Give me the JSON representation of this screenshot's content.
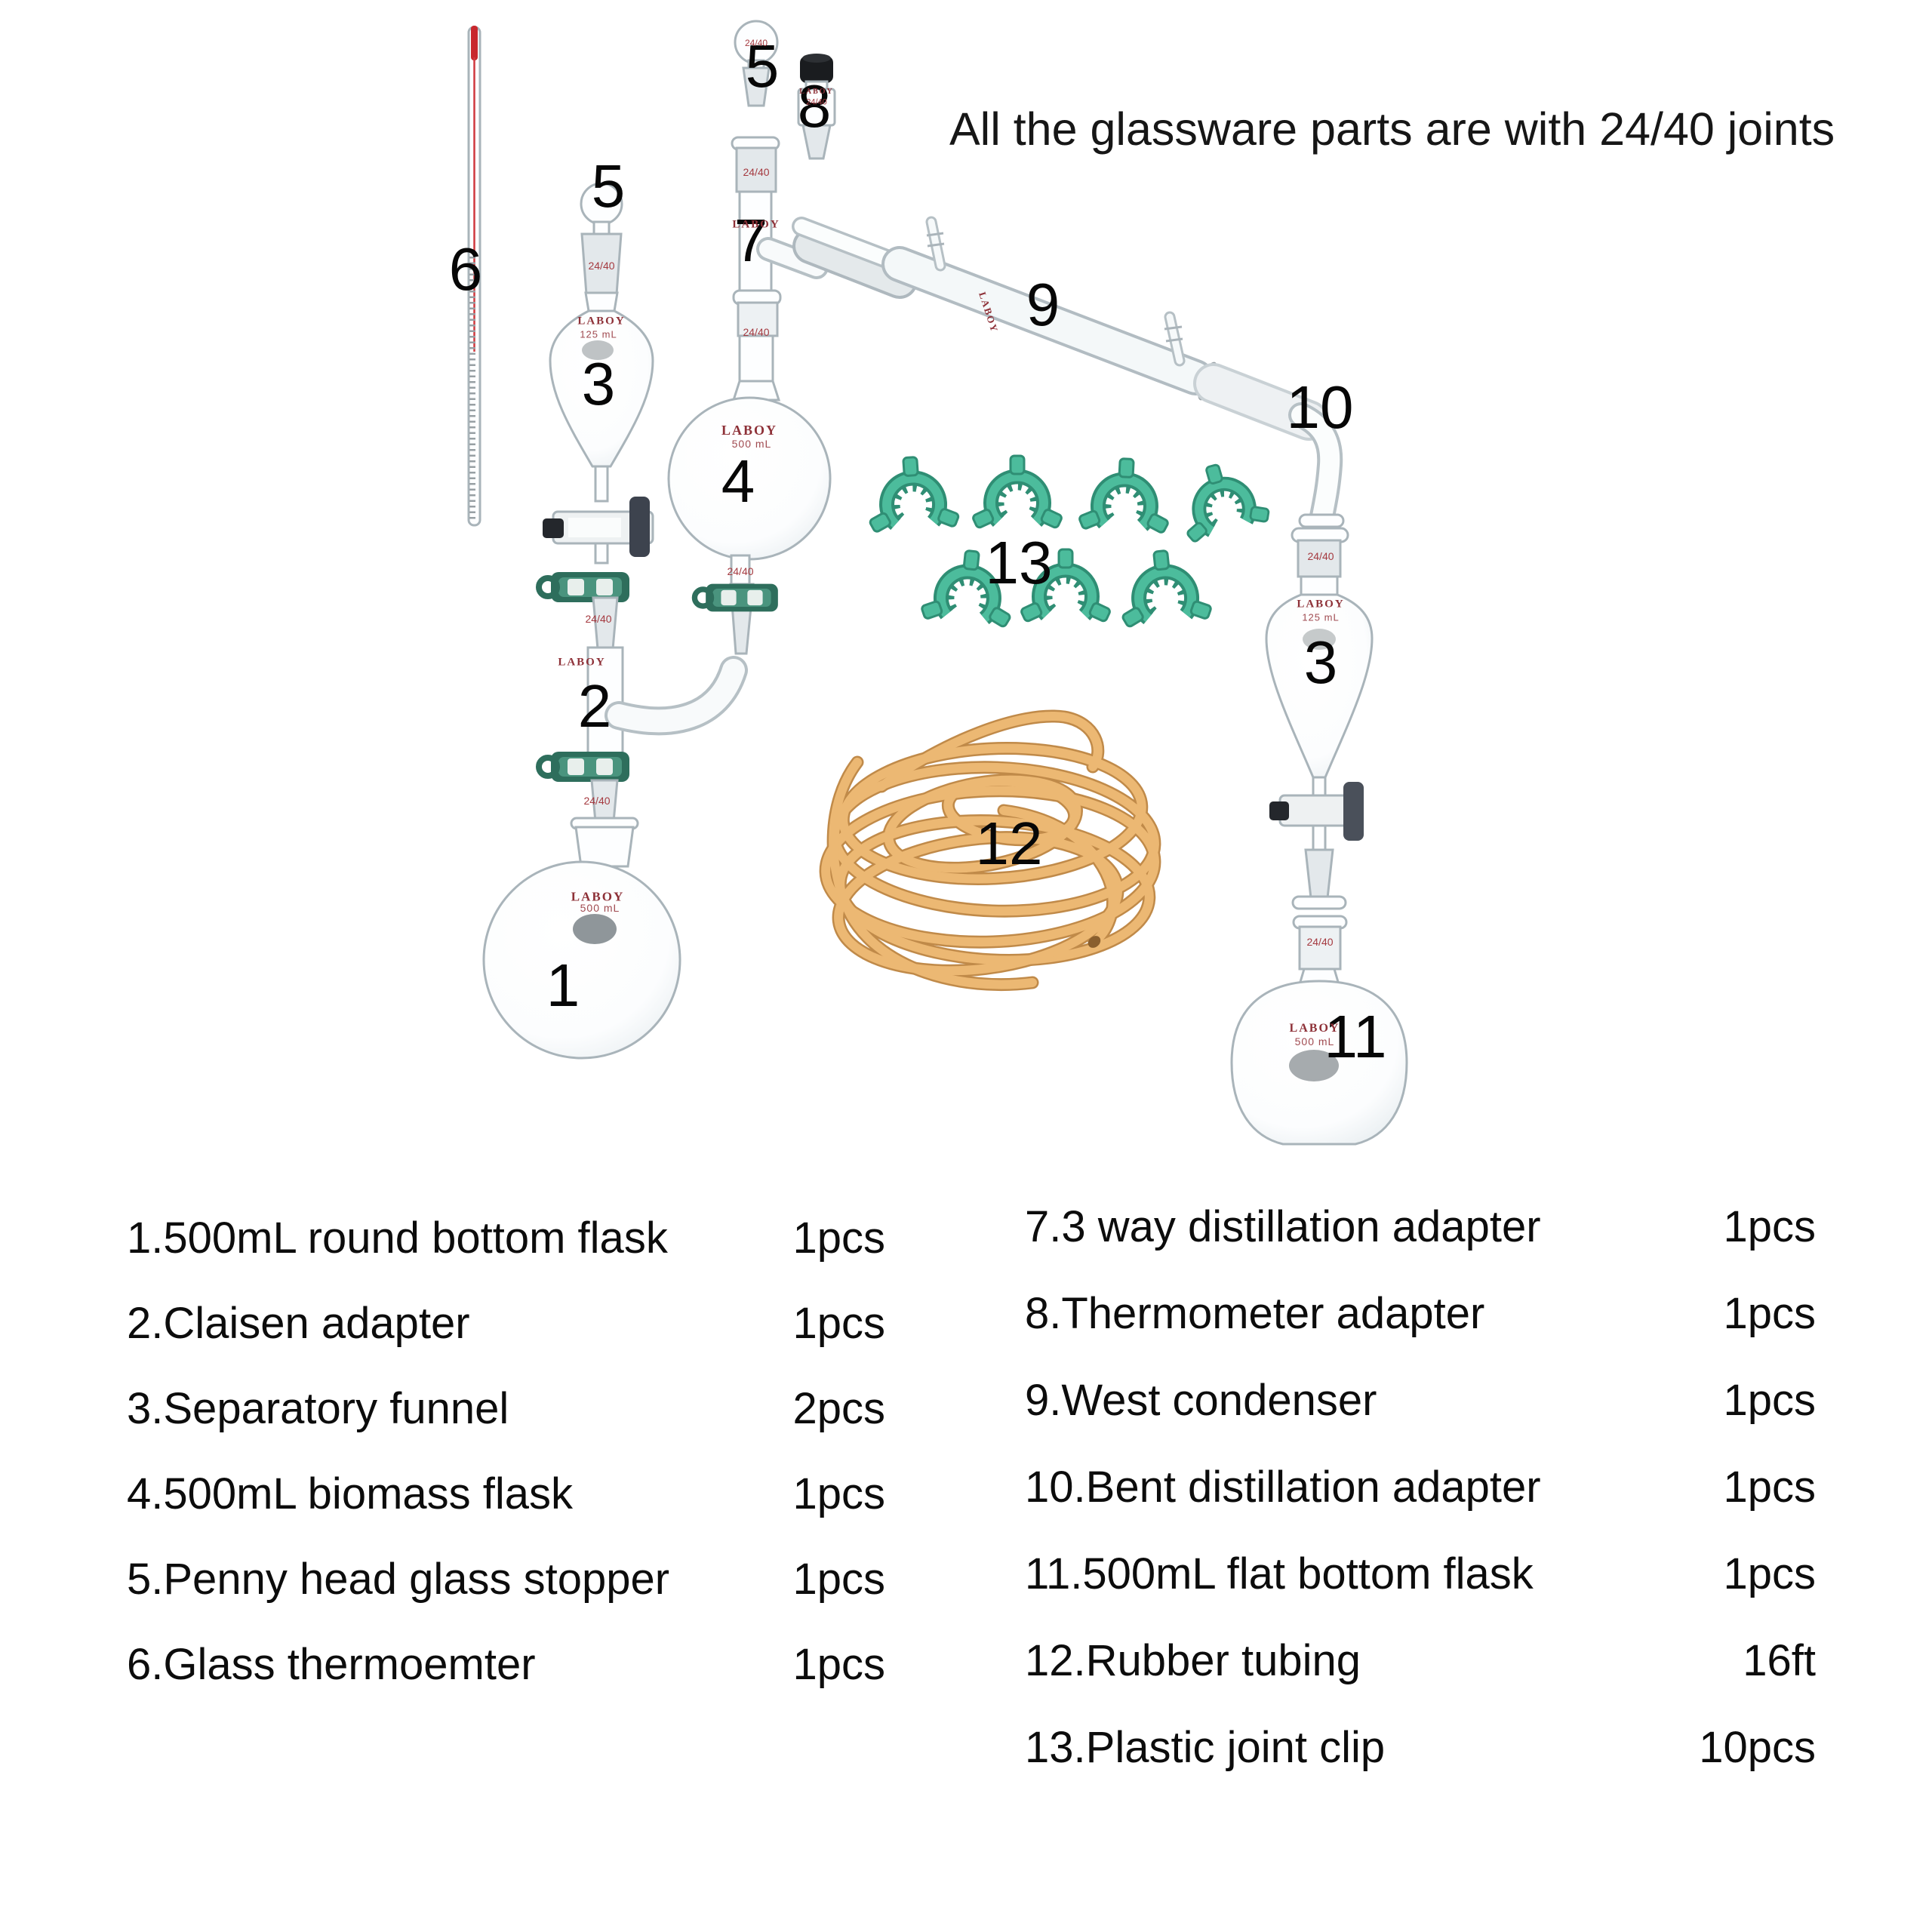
{
  "title": "All the glassware parts are with 24/40 joints",
  "brand": {
    "laboy": "LABOY",
    "joint": "24/40",
    "vol500": "500 mL",
    "vol125": "125 mL"
  },
  "labels": {
    "n1": "1",
    "n2": "2",
    "n3": "3",
    "n4": "4",
    "n5": "5",
    "n6": "6",
    "n7": "7",
    "n8": "8",
    "n9": "9",
    "n10": "10",
    "n11": "11",
    "n12": "12",
    "n13": "13"
  },
  "parts_left": [
    {
      "name": "1.500mL round bottom flask",
      "qty": "1pcs"
    },
    {
      "name": "2.Claisen adapter",
      "qty": "1pcs"
    },
    {
      "name": "3.Separatory funnel",
      "qty": "2pcs"
    },
    {
      "name": "4.500mL biomass flask",
      "qty": "1pcs"
    },
    {
      "name": "5.Penny head glass stopper",
      "qty": "1pcs"
    },
    {
      "name": "6.Glass thermoemter",
      "qty": "1pcs"
    }
  ],
  "parts_right": [
    {
      "name": "7.3 way distillation adapter",
      "qty": "1pcs"
    },
    {
      "name": "8.Thermometer adapter",
      "qty": "1pcs"
    },
    {
      "name": "9.West condenser",
      "qty": "1pcs"
    },
    {
      "name": "10.Bent distillation adapter",
      "qty": "1pcs"
    },
    {
      "name": "11.500mL flat bottom flask",
      "qty": "1pcs"
    },
    {
      "name": "12.Rubber tubing",
      "qty": "16ft"
    },
    {
      "name": "13.Plastic joint clip",
      "qty": "10pcs"
    }
  ]
}
